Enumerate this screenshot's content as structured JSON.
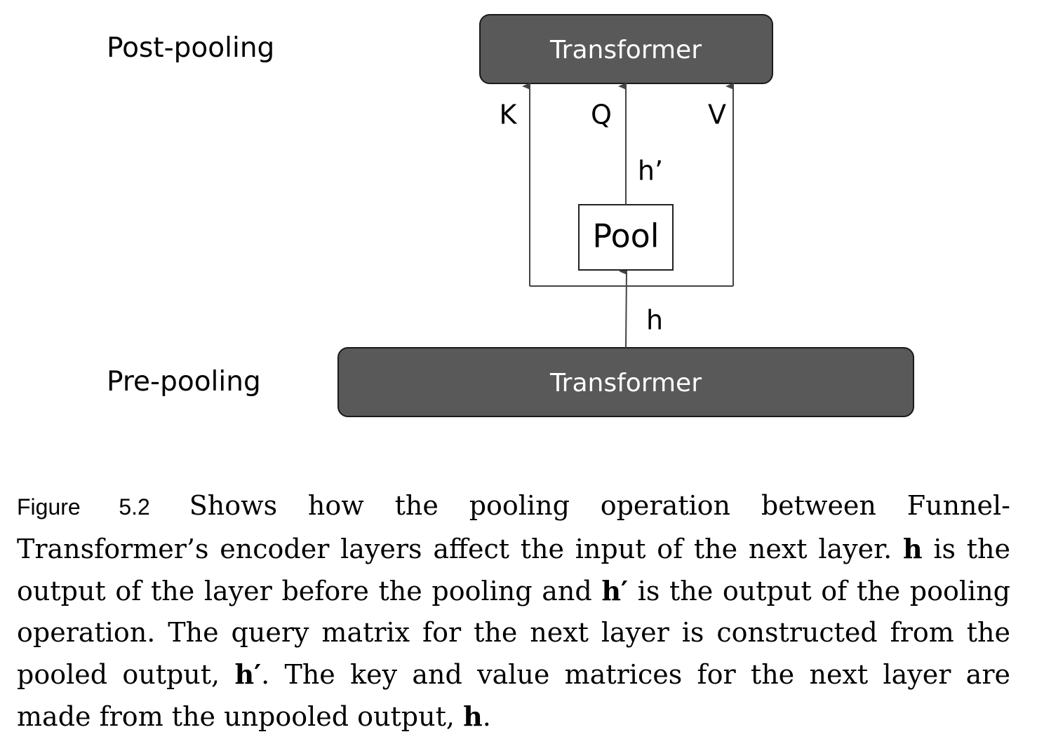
{
  "diagram": {
    "post_label": "Post-pooling",
    "pre_label": "Pre-pooling",
    "top_block": "Transformer",
    "bottom_block": "Transformer",
    "pool_block": "Pool",
    "arrow_k": "K",
    "arrow_q": "Q",
    "arrow_v": "V",
    "h_prime": "h’",
    "h": "h",
    "colors": {
      "block_fill": "#595959",
      "line": "#444444"
    }
  },
  "caption": {
    "figure_label": "Figure 5.2",
    "part1": "Shows how the pooling operation between Funnel-Transformer’s encoder layers affect the input of the next layer.",
    "h1": "h",
    "part2": "is the output of the layer before the pooling and",
    "h2": "h′",
    "part3": "is the output of the pooling operation. The query matrix for the next layer is constructed from the pooled output,",
    "h3": "h′",
    "part4": ". The key and value matrices for the next layer are made from the unpooled output,",
    "h4": "h",
    "part5": "."
  }
}
